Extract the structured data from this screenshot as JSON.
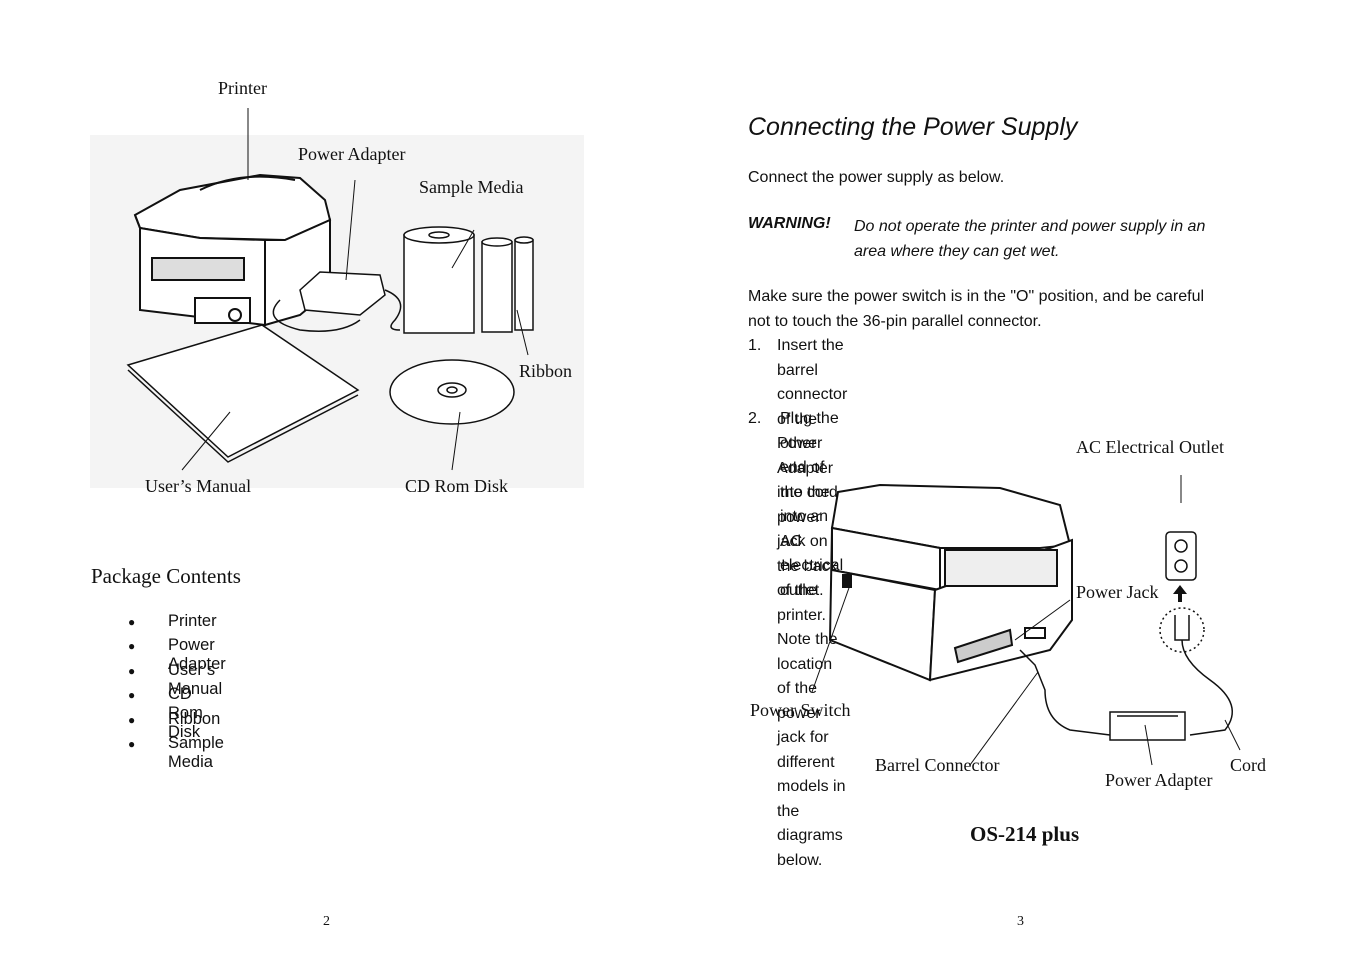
{
  "left_page": {
    "figure_labels": {
      "printer": "Printer",
      "power_adapter": "Power Adapter",
      "sample_media": "Sample Media",
      "ribbon": "Ribbon",
      "users_manual": "User’s Manual",
      "cd_rom_disk": "CD Rom Disk"
    },
    "section_title": "Package Contents",
    "items": [
      "Printer",
      "Power Adapter",
      "User’s Manual",
      "CD Rom Disk",
      "Ribbon",
      "Sample Media"
    ],
    "page_number": "2"
  },
  "right_page": {
    "title": "Connecting the Power Supply",
    "intro": "Connect the power supply as below.",
    "warning_label": "WARNING!",
    "warning_text": [
      "Do not operate the printer and power supply in an",
      "area where they can get wet."
    ],
    "make_sure": [
      "Make sure the power switch is in the \"O\" position, and be careful",
      "not to touch the 36-pin parallel connector."
    ],
    "steps": [
      {
        "num": "1.",
        "lines": [
          "Insert the barrel connector of the Power Adapter into the",
          "power jack on the back of the printer. Note the location of the",
          "power jack for different models in the diagrams below."
        ]
      },
      {
        "num": "2.",
        "lines": [
          "Plug the other end of the cord into an AC electrical outlet."
        ]
      }
    ],
    "figure_labels": {
      "ac_outlet": "AC Electrical Outlet",
      "power_jack": "Power Jack",
      "power_switch": "Power Switch",
      "barrel_connector": "Barrel Connector",
      "power_adapter": "Power Adapter",
      "cord": "Cord"
    },
    "model_name": "OS-214 plus",
    "page_number": "3"
  }
}
